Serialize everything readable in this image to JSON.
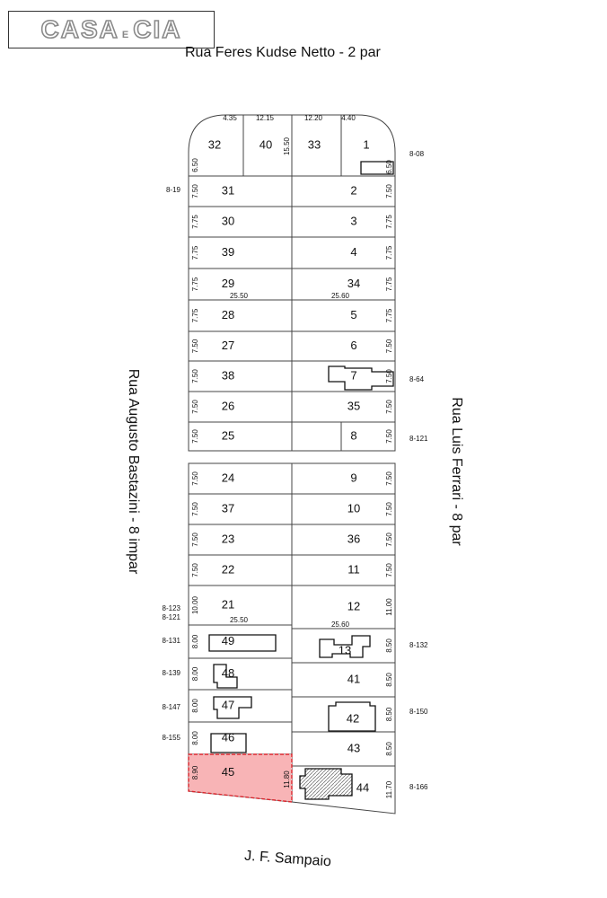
{
  "logo": {
    "left": "CASA",
    "mid": "E",
    "right": "CIA"
  },
  "streets": {
    "top": "Rua Feres Kudse Netto - 2 par",
    "left": "Rua Augusto Bastazini - 8 impar",
    "right": "Rua Luis Ferrari - 8 par",
    "bottom": "J. F. Sampaio"
  },
  "highlight": {
    "fill": "#f8b4b6",
    "stroke": "#d9272e"
  },
  "top_widths": [
    "4.35",
    "12.15",
    "12.20",
    "4.40"
  ],
  "lot32_side": "6.50",
  "lot1_side": "6.50",
  "center_dim": "15.50",
  "top_lots": [
    "32",
    "40",
    "33",
    "1"
  ],
  "left_rows_upper": [
    {
      "lot": "31",
      "dim": "7.50"
    },
    {
      "lot": "30",
      "dim": "7.75"
    },
    {
      "lot": "39",
      "dim": "7.75"
    },
    {
      "lot": "29",
      "dim": "7.75"
    },
    {
      "lot": "28",
      "dim": "7.75"
    },
    {
      "lot": "27",
      "dim": "7.50"
    },
    {
      "lot": "38",
      "dim": "7.50"
    },
    {
      "lot": "26",
      "dim": "7.50"
    },
    {
      "lot": "25",
      "dim": "7.50"
    }
  ],
  "right_rows_upper": [
    {
      "lot": "2",
      "dim": "7.50"
    },
    {
      "lot": "3",
      "dim": "7.75"
    },
    {
      "lot": "4",
      "dim": "7.75"
    },
    {
      "lot": "34",
      "dim": "7.75"
    },
    {
      "lot": "5",
      "dim": "7.75"
    },
    {
      "lot": "6",
      "dim": "7.50"
    },
    {
      "lot": "7",
      "dim": "7.50"
    },
    {
      "lot": "35",
      "dim": "7.50"
    },
    {
      "lot": "8",
      "dim": "7.50"
    }
  ],
  "depth_upper": {
    "left": "25.50",
    "right": "25.60"
  },
  "left_rows_lower": [
    {
      "lot": "24",
      "dim": "7.50"
    },
    {
      "lot": "37",
      "dim": "7.50"
    },
    {
      "lot": "23",
      "dim": "7.50"
    },
    {
      "lot": "22",
      "dim": "7.50"
    },
    {
      "lot": "21",
      "dim": "10.00"
    },
    {
      "lot": "49",
      "dim": "8.00"
    },
    {
      "lot": "48",
      "dim": "8.00"
    },
    {
      "lot": "47",
      "dim": "8.00"
    },
    {
      "lot": "46",
      "dim": "8.00"
    },
    {
      "lot": "45",
      "dim": "8.90"
    }
  ],
  "lot45_right_dim": "11.80",
  "right_rows_lower": [
    {
      "lot": "9",
      "dim": "7.50"
    },
    {
      "lot": "10",
      "dim": "7.50"
    },
    {
      "lot": "36",
      "dim": "7.50"
    },
    {
      "lot": "11",
      "dim": "7.50"
    },
    {
      "lot": "12",
      "dim": "11.00"
    },
    {
      "lot": "13",
      "dim": "8.50"
    },
    {
      "lot": "41",
      "dim": "8.50"
    },
    {
      "lot": "42",
      "dim": "8.50"
    },
    {
      "lot": "43",
      "dim": "8.50"
    },
    {
      "lot": "44",
      "dim": "11.70"
    }
  ],
  "depth_lower": {
    "left": "25.50",
    "right": "25.60"
  },
  "house_numbers_right": [
    {
      "label": "8-08"
    },
    {
      "label": "8-64"
    },
    {
      "label": "8-121"
    },
    {
      "label": "8-132"
    },
    {
      "label": "8-150"
    },
    {
      "label": "8-166"
    }
  ],
  "house_numbers_left": [
    {
      "label": "8-19"
    },
    {
      "label": "8-123"
    },
    {
      "label": "8-121"
    },
    {
      "label": "8-131"
    },
    {
      "label": "8-139"
    },
    {
      "label": "8-147"
    },
    {
      "label": "8-155"
    }
  ]
}
